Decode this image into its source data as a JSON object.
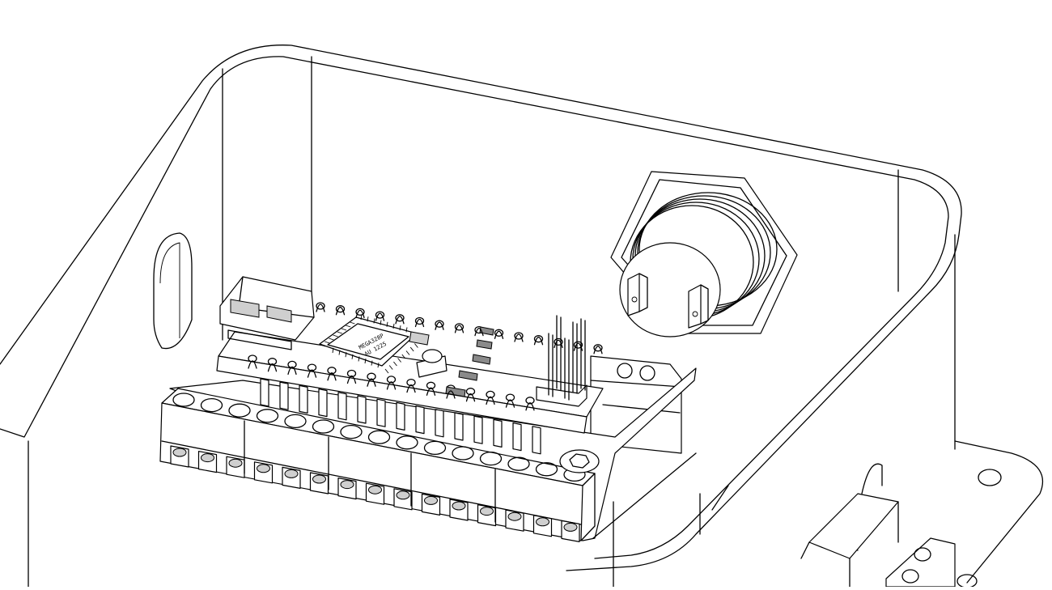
{
  "drawing": {
    "style": "black-and-white CAD line drawing",
    "subject": "open electronics enclosure with microcontroller board on screw-terminal carrier and panel-mount push button"
  },
  "chip": {
    "line1": "MEGA328P",
    "line2": "AU 1225"
  },
  "colors": {
    "line": "#000000",
    "background": "#ffffff",
    "shade": "#cfcfcf"
  }
}
